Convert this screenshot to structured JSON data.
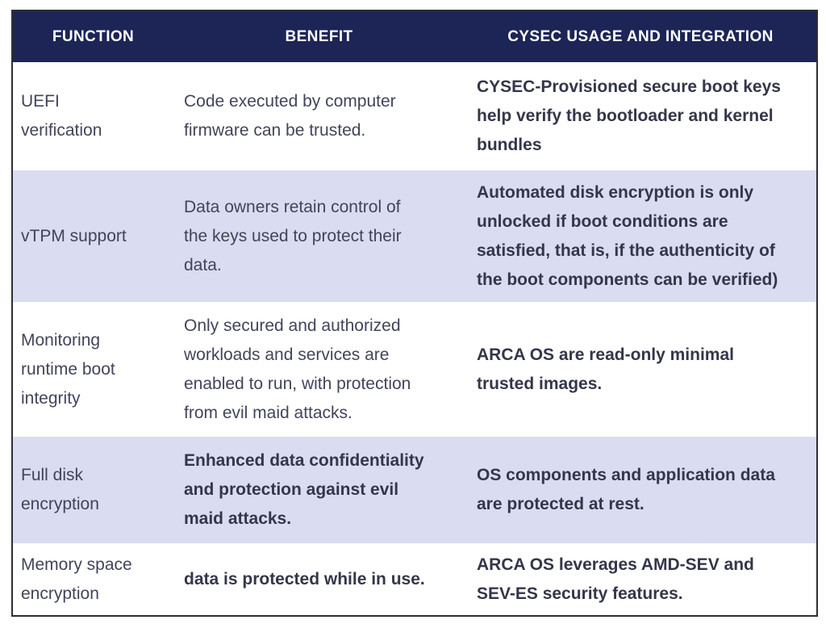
{
  "table": {
    "headers": {
      "function": "FUNCTION",
      "benefit": "BENEFIT",
      "cysec": "CYSEC USAGE AND INTEGRATION"
    },
    "rows": [
      {
        "function": "UEFI\nverification",
        "benefit": "Code executed by computer\nfirmware can be trusted.",
        "cysec": "CYSEC-Provisioned secure boot keys\nhelp verify the bootloader and kernel\nbundles"
      },
      {
        "function": "vTPM support",
        "benefit": "Data owners retain control of\nthe keys used to protect their\ndata.",
        "cysec": "Automated disk encryption is only\nunlocked if boot conditions are\nsatisfied, that is, if the authenticity of\nthe boot components can be verified)"
      },
      {
        "function": "Monitoring\nruntime boot\nintegrity",
        "benefit": "Only secured and authorized\nworkloads and services are\nenabled to run, with protection\nfrom evil maid attacks.",
        "cysec": "ARCA OS are read-only minimal\ntrusted images."
      },
      {
        "function": "Full disk\nencryption",
        "benefit": "Enhanced data confidentiality\nand protection against evil\nmaid attacks.",
        "cysec": "OS components and application data\nare protected at rest."
      },
      {
        "function": "Memory space\nencryption",
        "benefit": "data is protected while in use.",
        "cysec": "ARCA OS leverages AMD-SEV and\nSEV-ES security features."
      }
    ]
  },
  "colors": {
    "header_bg": "#1d2456",
    "header_text": "#ffffff",
    "row_shaded_bg": "#dadcf2",
    "row_plain_bg": "#ffffff",
    "body_text": "#42455a",
    "bold_text": "#34364a",
    "border": "#2e2e33"
  }
}
